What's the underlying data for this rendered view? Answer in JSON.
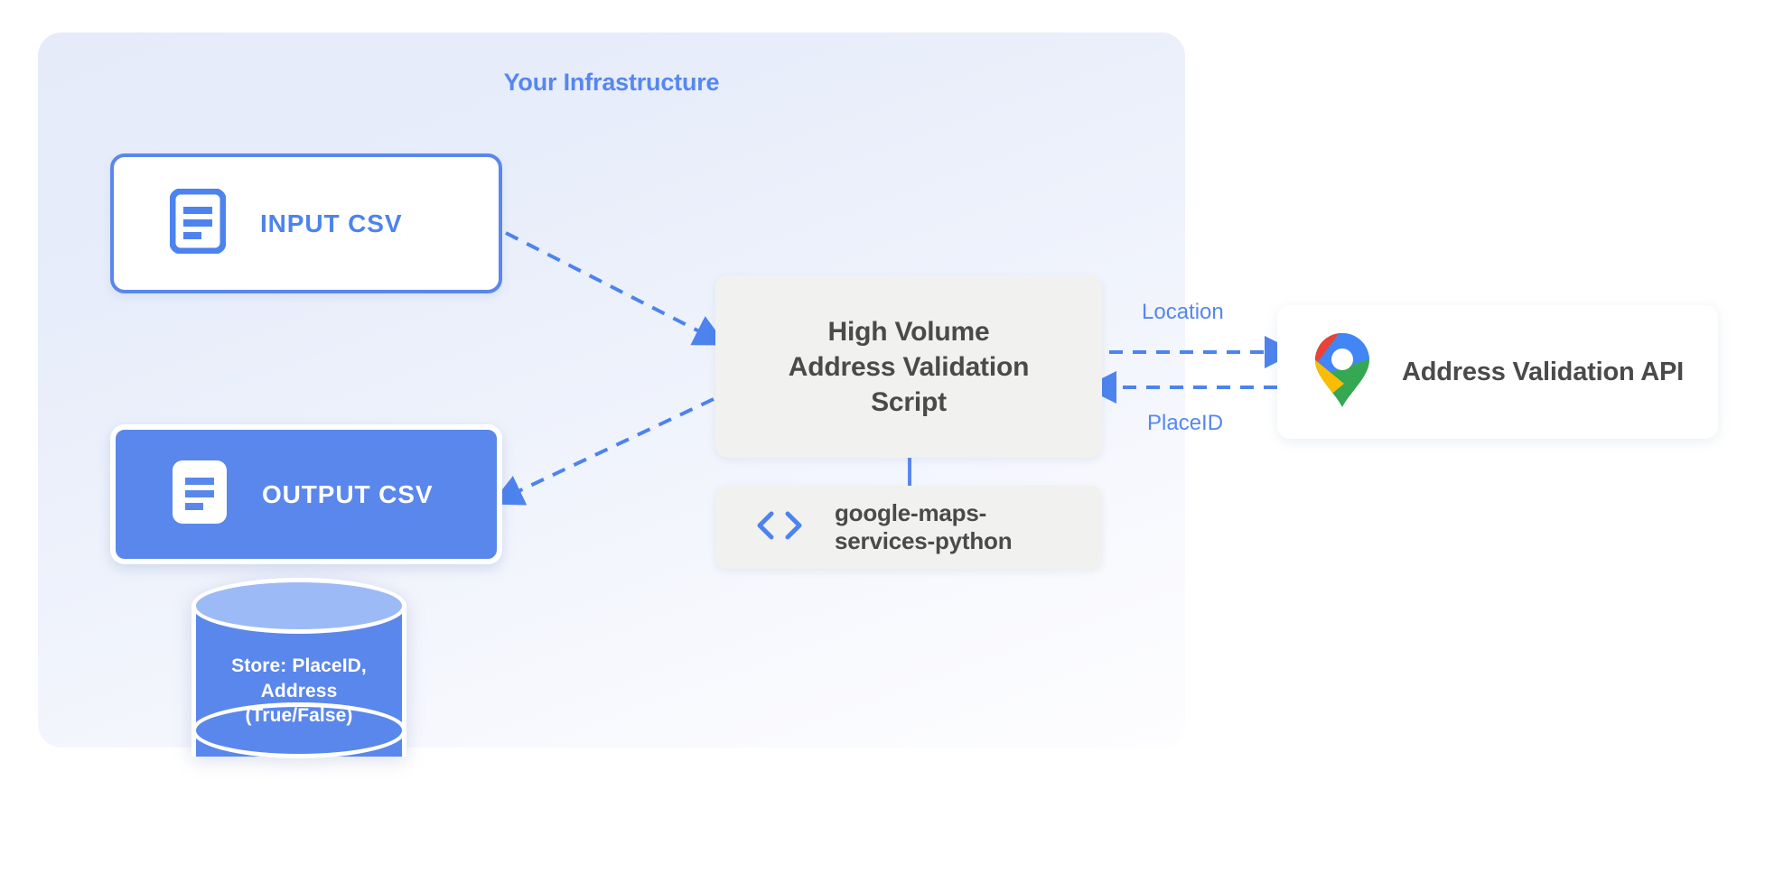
{
  "diagram": {
    "title": "Your Infrastructure",
    "accent_blue": "#5a87ec",
    "label_blue": "#5687f0",
    "box_grey": "#f1f1f0",
    "text_grey": "#4a4a4a",
    "panel_gradient_from": "#e5ebf9",
    "panel_gradient_to": "#fdfdff"
  },
  "input_csv": {
    "label": "INPUT CSV",
    "icon": "document-icon"
  },
  "output_csv": {
    "label": "OUTPUT CSV",
    "icon": "document-icon"
  },
  "script": {
    "line1": "High Volume",
    "line2": "Address Validation",
    "line3": "Script"
  },
  "library": {
    "icon": "code-brackets-icon",
    "line1": "google-maps-",
    "line2": "services-python"
  },
  "api": {
    "icon": "google-maps-pin-icon",
    "label": "Address Validation API"
  },
  "edges": {
    "location": "Location",
    "placeid": "PlaceID"
  },
  "database": {
    "line1": "Store: PlaceID,",
    "line2": "Address",
    "line3": "(True/False)"
  }
}
